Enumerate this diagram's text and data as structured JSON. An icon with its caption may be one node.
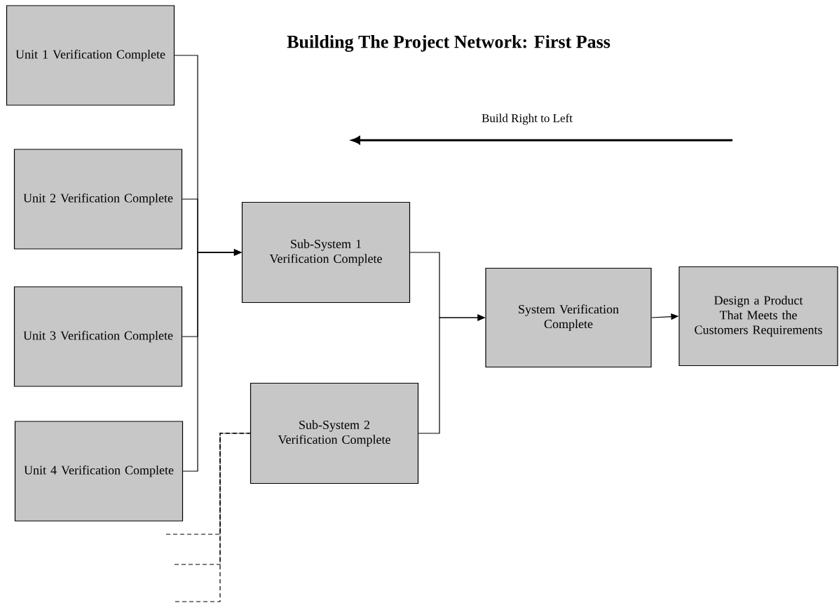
{
  "diagram": {
    "title": "Building The Project Network: First Pass",
    "nodes": [
      {
        "text": [
          "Unit 1 Verification Complete"
        ]
      },
      {
        "text": [
          "Unit 2 Verification Complete"
        ]
      },
      {
        "text": [
          "Unit 3 Verification Complete"
        ]
      },
      {
        "text": [
          "Unit 4 Verification Complete"
        ]
      },
      {
        "text": [
          "Sub-System 1 Verification Complete"
        ]
      },
      {
        "text": [
          "Sub-System 2 Verification Complete"
        ]
      },
      {
        "text": [
          "System Verification Complete"
        ]
      },
      {
        "text": [
          "Design a Product That Meets the Customers Requirements"
        ]
      }
    ],
    "edges": [
      {
        "from": 0,
        "to": 4,
        "arrow": "to"
      },
      {
        "from": 1,
        "to": 4,
        "arrow": "to"
      },
      {
        "from": 2,
        "to": 4,
        "arrow": "to"
      },
      {
        "from": 3,
        "to": 4,
        "arrow": "to"
      },
      {
        "from": 4,
        "to": 6,
        "arrow": "to"
      },
      {
        "from": 5,
        "to": 6,
        "arrow": "to"
      },
      {
        "from": 6,
        "to": 7,
        "arrow": "to"
      },
      {
        "from": null,
        "to": 5,
        "arrow": "none",
        "style": "dashed"
      },
      {
        "from": null,
        "to": 5,
        "arrow": "none",
        "style": "dashed"
      },
      {
        "from": null,
        "to": 5,
        "arrow": "none",
        "style": "dashed"
      }
    ],
    "labels": [
      "Build Right to Left"
    ]
  }
}
